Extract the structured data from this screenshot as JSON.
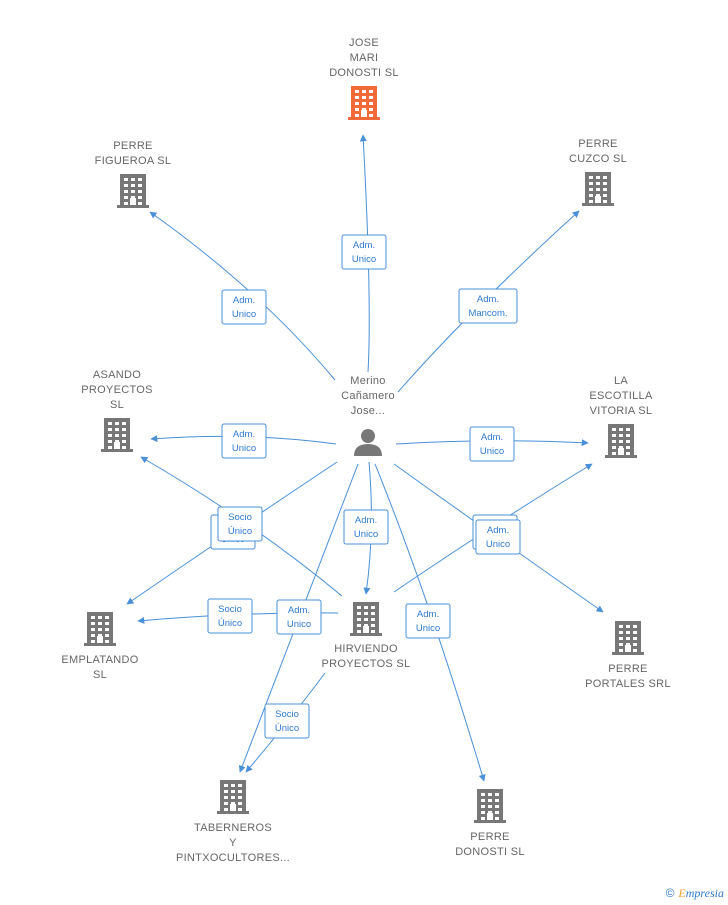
{
  "colors": {
    "edge": "#4a90d9",
    "edge_text": "#2f7ad0",
    "node_text": "#666666",
    "building": "#777777",
    "highlight": "#f26a3a"
  },
  "nodes": [
    {
      "id": "jose",
      "lines": [
        "JOSE",
        "MARI",
        "DONOSTI  SL"
      ],
      "icon": "building-icon",
      "highlight": true
    },
    {
      "id": "figueroa",
      "lines": [
        "PERRE",
        "FIGUEROA  SL"
      ],
      "icon": "building-icon"
    },
    {
      "id": "cuzco",
      "lines": [
        "PERRE",
        "CUZCO  SL"
      ],
      "icon": "building-icon"
    },
    {
      "id": "asando",
      "lines": [
        "ASANDO",
        "PROYECTOS",
        "SL"
      ],
      "icon": "building-icon"
    },
    {
      "id": "escotilla",
      "lines": [
        "LA",
        "ESCOTILLA",
        "VITORIA  SL"
      ],
      "icon": "building-icon"
    },
    {
      "id": "person",
      "lines": [
        "Merino",
        "Cañamero",
        "Jose..."
      ],
      "icon": "person-icon"
    },
    {
      "id": "emplatando",
      "lines": [
        "EMPLATANDO",
        "SL"
      ],
      "icon": "building-icon"
    },
    {
      "id": "hirviendo",
      "lines": [
        "HIRVIENDO",
        "PROYECTOS SL"
      ],
      "icon": "building-icon"
    },
    {
      "id": "portales",
      "lines": [
        "PERRE",
        "PORTALES SRL"
      ],
      "icon": "building-icon"
    },
    {
      "id": "taberneros",
      "lines": [
        "TABERNEROS",
        "Y",
        "PINTXOCULTORES..."
      ],
      "icon": "building-icon"
    },
    {
      "id": "donosti",
      "lines": [
        "PERRE",
        "DONOSTI  SL"
      ],
      "icon": "building-icon"
    }
  ],
  "edges": [
    {
      "from": "person",
      "to": "jose",
      "label": [
        "Adm.",
        "Unico"
      ]
    },
    {
      "from": "person",
      "to": "figueroa",
      "label": [
        "Adm.",
        "Unico"
      ]
    },
    {
      "from": "person",
      "to": "cuzco",
      "label": [
        "Adm.",
        "Mancom."
      ]
    },
    {
      "from": "person",
      "to": "asando",
      "label": [
        "Adm.",
        "Unico"
      ]
    },
    {
      "from": "person",
      "to": "escotilla",
      "label": [
        "Adm.",
        "Unico"
      ]
    },
    {
      "from": "person",
      "to": "hirviendo",
      "label": [
        "Adm.",
        "Unico"
      ]
    },
    {
      "from": "person",
      "to": "emplatando",
      "label": [
        "Socio",
        "Único"
      ]
    },
    {
      "from": "person",
      "to": "portales",
      "label": [
        "Socio",
        "Único"
      ]
    },
    {
      "from": "person",
      "to": "taberneros",
      "label": [
        "Adm.",
        "Unico"
      ]
    },
    {
      "from": "person",
      "to": "donosti",
      "label": [
        "Adm.",
        "Unico"
      ]
    },
    {
      "from": "hirviendo",
      "to": "asando",
      "label": [
        "Socio",
        "Único"
      ]
    },
    {
      "from": "hirviendo",
      "to": "emplatando",
      "label": [
        "Socio",
        "Único"
      ]
    },
    {
      "from": "hirviendo",
      "to": "escotilla",
      "label": [
        "Adm.",
        "Unico"
      ]
    },
    {
      "from": "hirviendo",
      "to": "taberneros",
      "label": [
        "Socio",
        "Único"
      ]
    }
  ],
  "footer": {
    "copyright": "©",
    "brand_first": "E",
    "brand_rest": "mpresia"
  }
}
